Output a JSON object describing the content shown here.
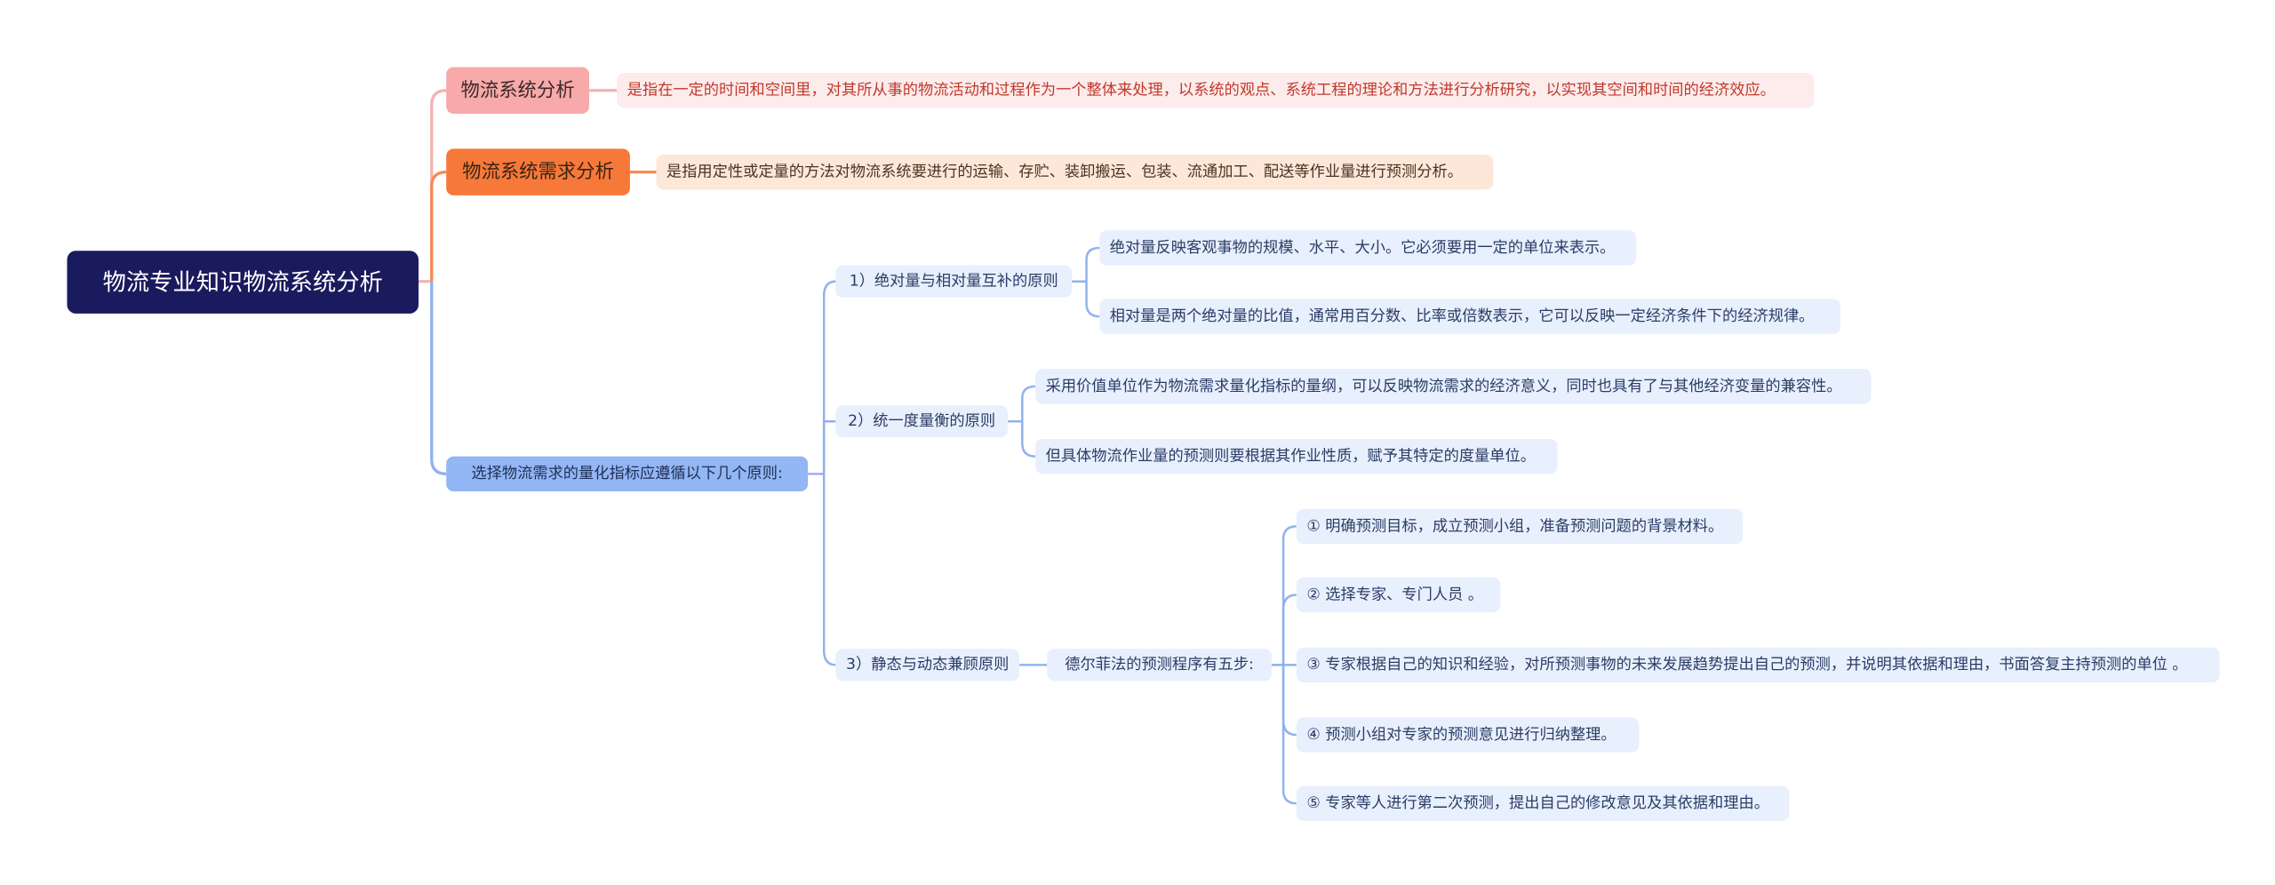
{
  "root": {
    "label": "物流专业知识物流系统分析"
  },
  "branch_system_analysis": {
    "label": "物流系统分析",
    "definition": "是指在一定的时间和空间里，对其所从事的物流活动和过程作为一个整体来处理，以系统的观点、系统工程的理论和方法进行分析研究，以实现其空间和时间的经济效应。"
  },
  "branch_demand_analysis": {
    "label": "物流系统需求分析",
    "definition": "是指用定性或定量的方法对物流系统要进行的运输、存贮、装卸搬运、包装、流通加工、配送等作业量进行预测分析。"
  },
  "branch_principles": {
    "label": "选择物流需求的量化指标应遵循以下几个原则:",
    "principle1": {
      "label": "1）绝对量与相对量互补的原则",
      "items": [
        "绝对量反映客观事物的规模、水平、大小。它必须要用一定的单位来表示。",
        "相对量是两个绝对量的比值，通常用百分数、比率或倍数表示，它可以反映一定经济条件下的经济规律。"
      ]
    },
    "principle2": {
      "label": "2）统一度量衡的原则",
      "items": [
        "采用价值单位作为物流需求量化指标的量纲，可以反映物流需求的经济意义，同时也具有了与其他经济变量的兼容性。",
        "但具体物流作业量的预测则要根据其作业性质，赋予其特定的度量单位。"
      ]
    },
    "principle3": {
      "label": "3）静态与动态兼顾原则",
      "delphi": {
        "label": "德尔菲法的预测程序有五步:",
        "steps": [
          "① 明确预测目标，成立预测小组，准备预测问题的背景材料。",
          "② 选择专家、专门人员 。",
          "③ 专家根据自己的知识和经验，对所预测事物的未来发展趋势提出自己的预测，并说明其依据和理由，书面答复主持预测的单位 。",
          "④ 预测小组对专家的预测意见进行归纳整理。",
          "⑤ 专家等人进行第二次预测，提出自己的修改意见及其依据和理由。"
        ]
      }
    }
  },
  "colors": {
    "root_bg": "#1a1a5e",
    "system_branch": "#f8a9aa",
    "demand_branch": "#f7793a",
    "principles_branch": "#93b6f4",
    "connector_blue": "#8fb2ee"
  }
}
